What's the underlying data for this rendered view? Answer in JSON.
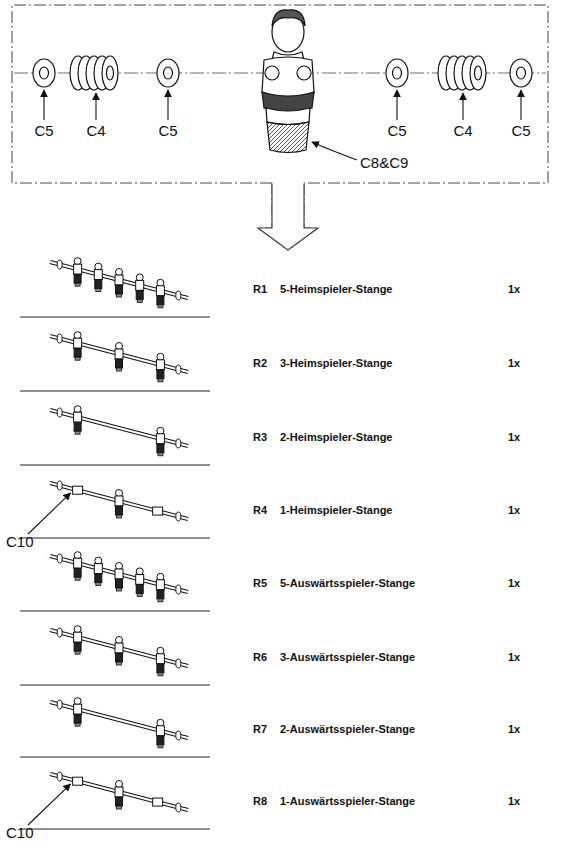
{
  "diagram": {
    "labels": [
      "C5",
      "C4",
      "C5",
      "C5",
      "C4",
      "C5",
      "C8&C9",
      "R1",
      "5-Heimspieler-Stange",
      "1x",
      "R2",
      "3-Heimspieler-Stange",
      "1x",
      "R3",
      "2-Heimspieler-Stange",
      "1x",
      "R4",
      "1-Heimspieler-Stange",
      "1x",
      "C10",
      "R5",
      "5-Auswärtsspieler-Stange",
      "1x",
      "R6",
      "3-Auswärtsspieler-Stange",
      "1x",
      "R7",
      "2-Auswärtsspieler-Stange",
      "1x",
      "R8",
      "1-Auswärtsspieler-Stange",
      "1x",
      "C10"
    ]
  }
}
